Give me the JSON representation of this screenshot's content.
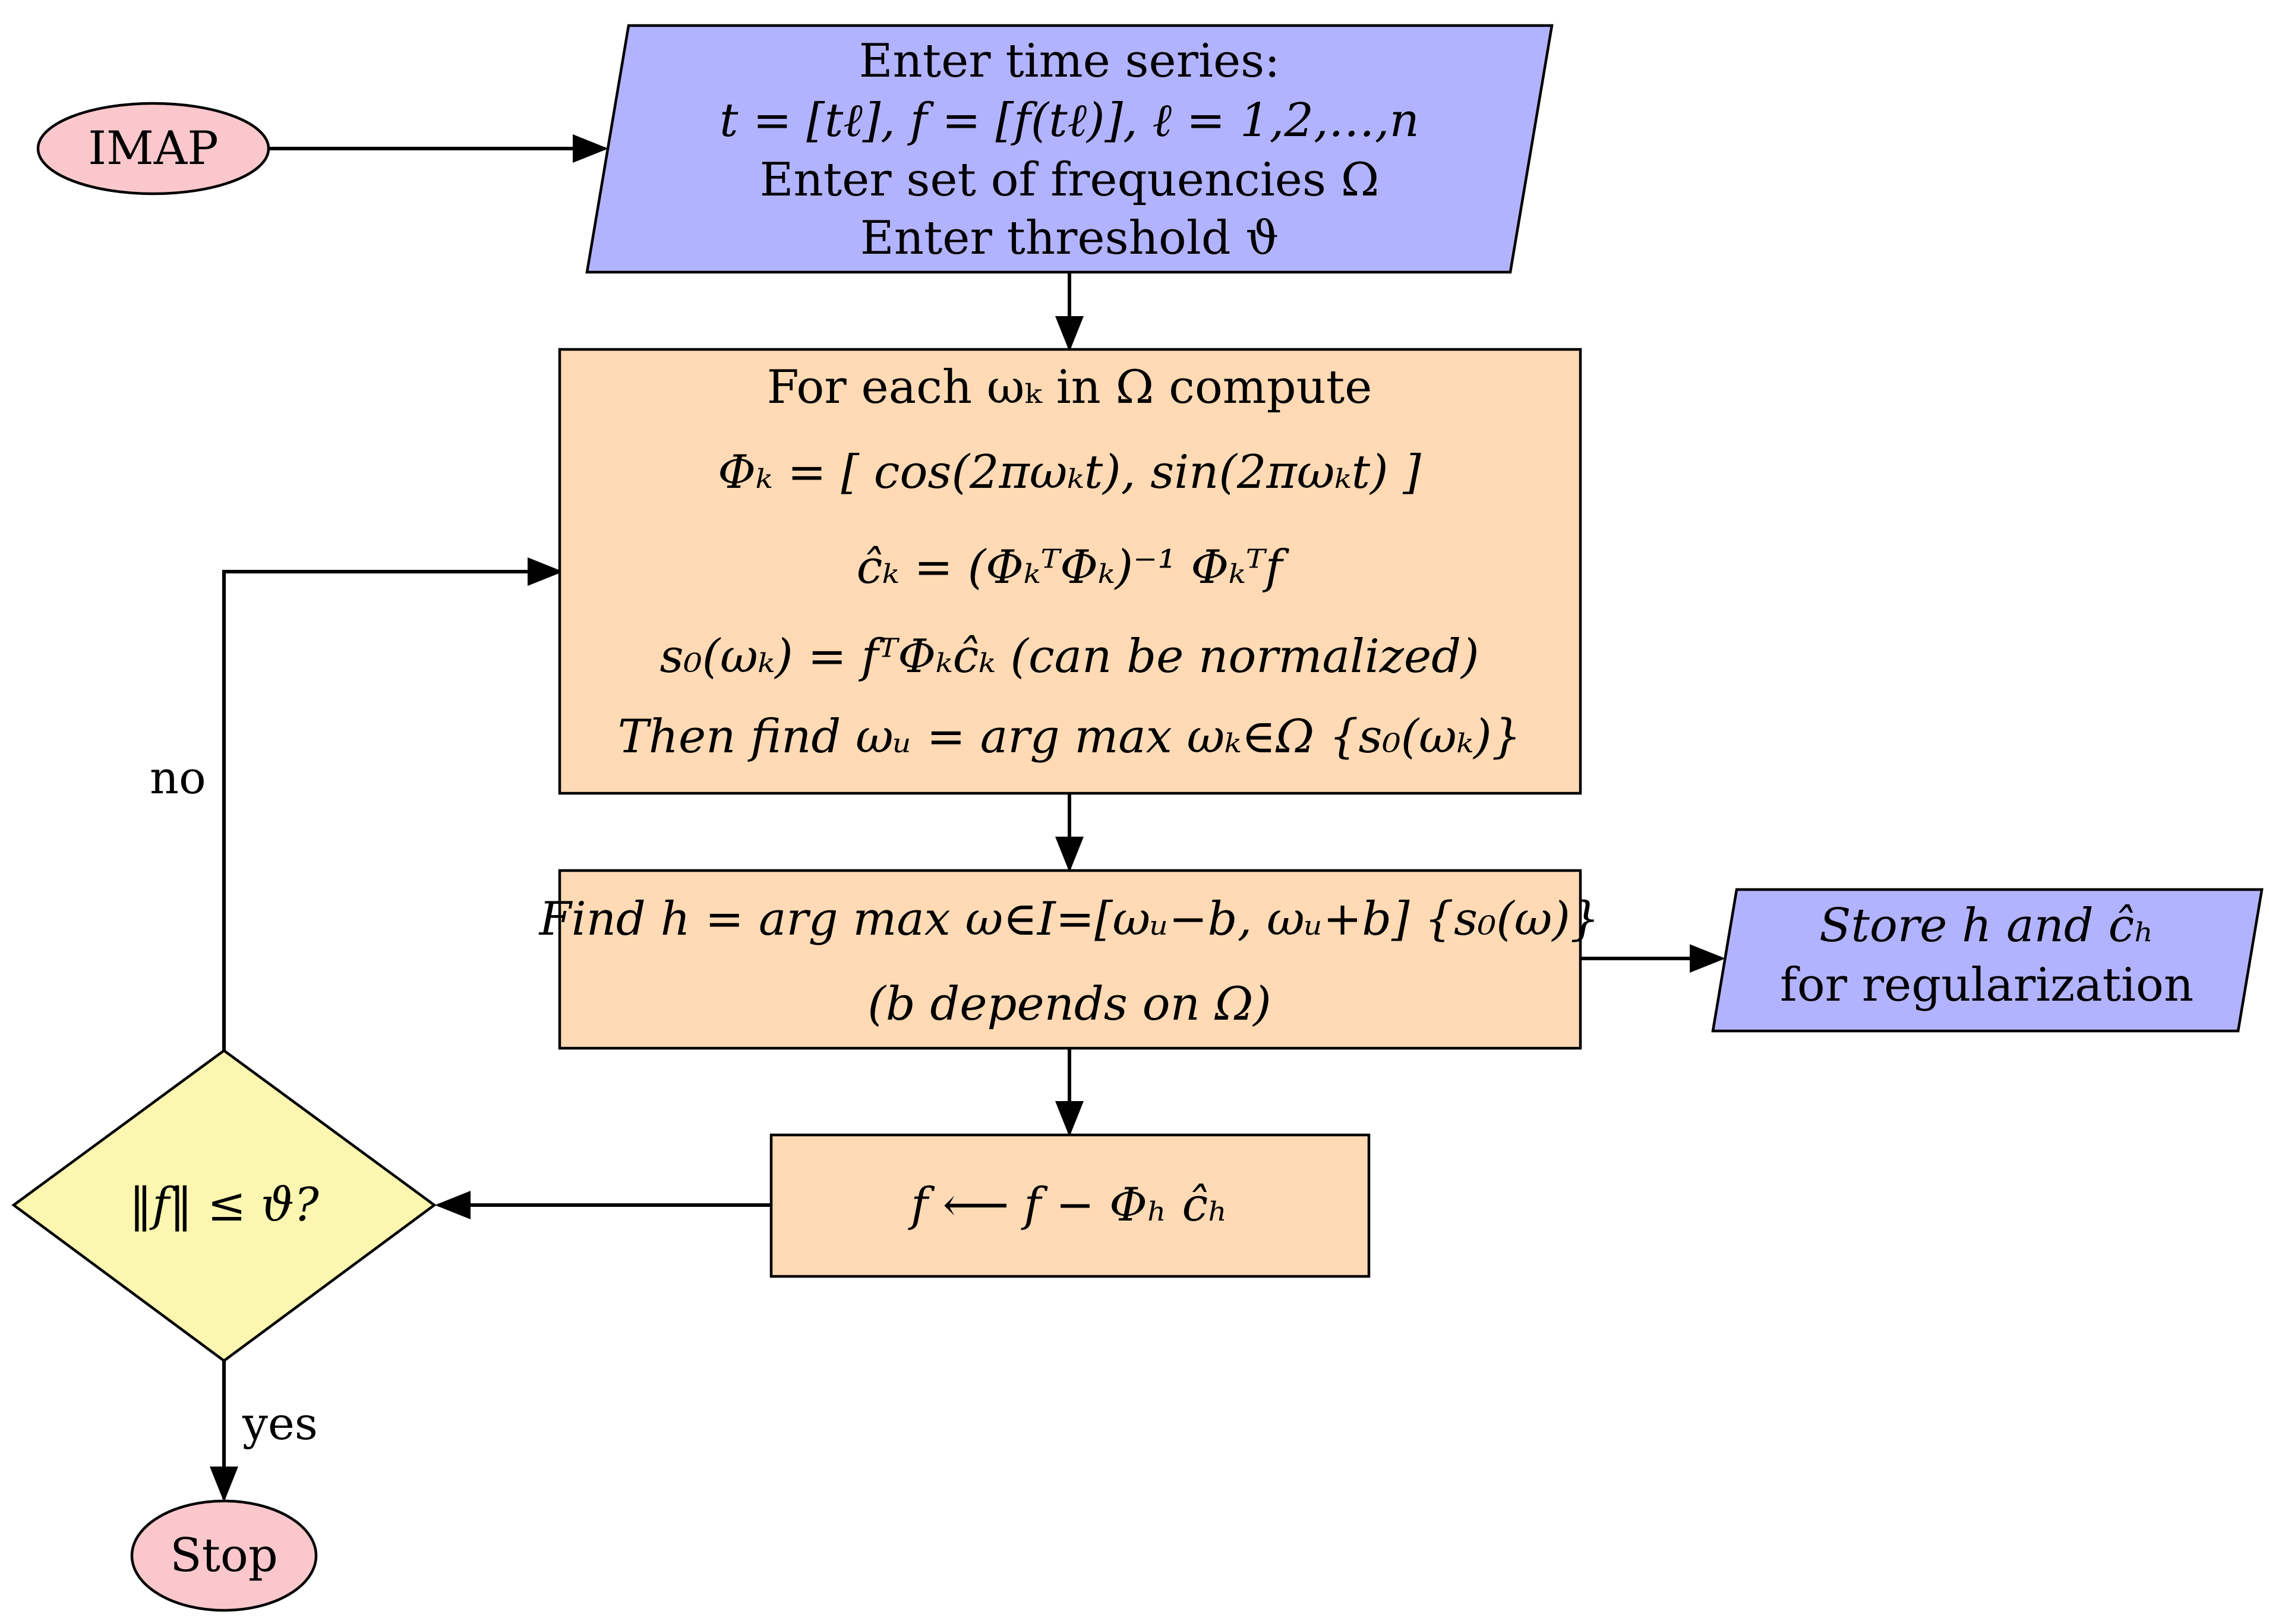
{
  "colors": {
    "terminal_fill": "#FAC8CC",
    "io_fill": "#B2B3FF",
    "process_fill": "#FFDAB5",
    "decision_fill": "#FCF7B0",
    "stroke": "#000000"
  },
  "nodes": {
    "start": {
      "label": "IMAP"
    },
    "input": {
      "lines": [
        "Enter time series:",
        "t = [tℓ], f = [f(tℓ)], ℓ = 1,2,…,n",
        "Enter set of frequencies Ω",
        "Enter threshold ϑ"
      ]
    },
    "compute": {
      "lines": [
        "For each ωₖ in Ω compute",
        "Φₖ  =  [ cos(2πωₖt),  sin(2πωₖt) ]",
        "ĉₖ  =  (ΦₖᵀΦₖ)⁻¹ Φₖᵀf",
        "s₀(ωₖ)  =  fᵀΦₖĉₖ (can be normalized)",
        "Then find ωᵤ  =  arg max ωₖ∈Ω {s₀(ωₖ)}"
      ]
    },
    "find_h": {
      "lines": [
        "Find h = arg max ω∈I=[ωᵤ−b, ωᵤ+b] {s₀(ω)}",
        "(b depends on Ω)"
      ]
    },
    "store": {
      "lines": [
        "Store h and ĉₕ",
        "for regularization"
      ]
    },
    "update": {
      "label": "f  ⟵  f − Φₕ ĉₕ"
    },
    "decision": {
      "label": "‖f‖ ≤ ϑ?"
    },
    "stop": {
      "label": "Stop"
    }
  },
  "edges": {
    "no_label": "no",
    "yes_label": "yes"
  }
}
